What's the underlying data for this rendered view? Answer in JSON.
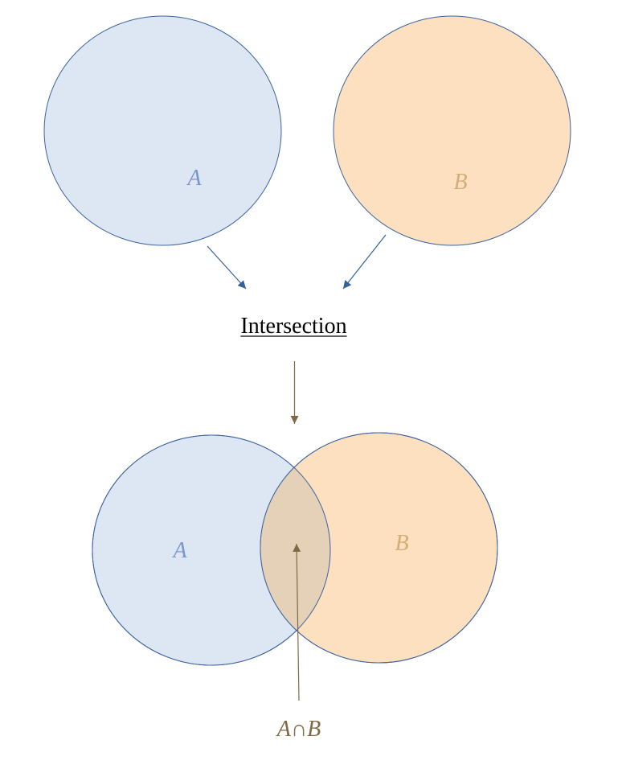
{
  "top_sets": {
    "a": {
      "label": "A"
    },
    "b": {
      "label": "B"
    }
  },
  "operation": {
    "label": "Intersection"
  },
  "result": {
    "a_label": "A",
    "b_label": "B",
    "intersection_label": "A∩B"
  },
  "colors": {
    "set_a_fill": "#dde7f4",
    "set_a_label": "#7b96c8",
    "set_b_fill": "#fde0c0",
    "set_b_label": "#d4ae78",
    "overlap_fill": "#e4d1b8",
    "outline": "#3e649e",
    "brown_arrow": "#7f6a46",
    "blue_arrow": "#34609b",
    "text": "#000000"
  }
}
